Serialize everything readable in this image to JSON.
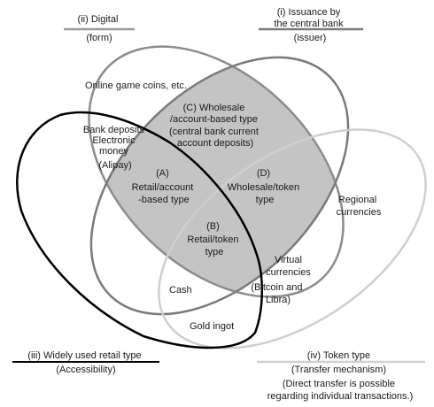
{
  "sets": {
    "digital": {
      "title_line1": "(ii) Digital",
      "title_line2": "(form)"
    },
    "central_bank": {
      "title_line1": "(i) Issuance by",
      "title_line2": "the central bank",
      "title_line3": "(issuer)"
    },
    "retail": {
      "title_line1": "(iii) Widely used retail type",
      "title_line2": "(Accessibility)"
    },
    "token": {
      "title_line1": "(iv) Token type",
      "title_line2": "(Transfer mechanism)",
      "note_line1": "(Direct transfer is possible",
      "note_line2": "regarding individual transactions.)"
    }
  },
  "regions": {
    "online_game": "Online game coins, etc.",
    "bank_deposits": {
      "line1": "Bank deposits",
      "line2": "Electronic",
      "line3": "money",
      "line4": "(Alipay)"
    },
    "wholesale_account": {
      "line1": "(C) Wholesale",
      "line2": "/account-based type",
      "line3": "(central bank current",
      "line4": "account deposits)"
    },
    "retail_account": {
      "line1": "(A)",
      "line2": "Retail/account",
      "line3": "-based type"
    },
    "wholesale_token": {
      "line1": "(D)",
      "line2": "Wholesale/token",
      "line3": "type"
    },
    "retail_token": {
      "line1": "(B)",
      "line2": "Retail/token",
      "line3": "type"
    },
    "regional": {
      "line1": "Regional",
      "line2": "currencies"
    },
    "virtual": {
      "line1": "Virtual",
      "line2": "currencies",
      "line3": "(Bitcoin and",
      "line4": "Libra)"
    },
    "cash": "Cash",
    "gold": "Gold ingot"
  },
  "colors": {
    "shaded_region": "#c4c4c4",
    "digital_outline": "#8c8c8c",
    "central_bank_outline": "#7a7a7a",
    "retail_outline": "#000000",
    "token_outline": "#cfcfcf"
  }
}
